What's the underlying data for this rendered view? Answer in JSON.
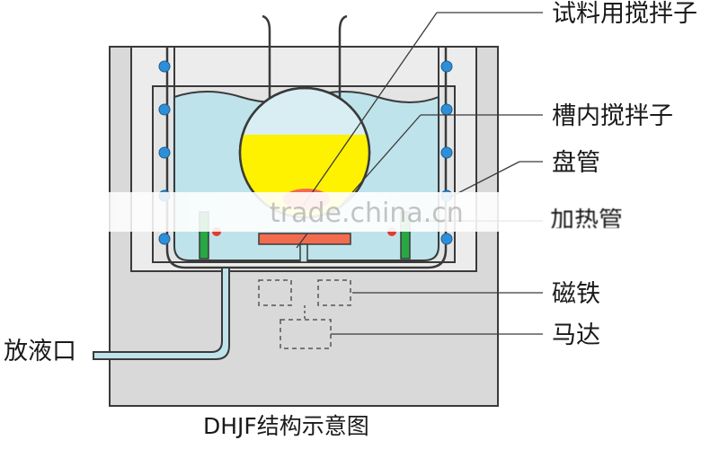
{
  "labels": {
    "sample_stirrer": "试料用搅拌子",
    "tank_stirrer": "槽内搅拌子",
    "coil": "盘管",
    "heater": "加热管",
    "magnet": "磁铁",
    "motor": "马达",
    "drain": "放液口"
  },
  "caption": "DHJF结构示意图",
  "watermark": "trade.china.cn",
  "colors": {
    "housing": "#d9d9d9",
    "outline": "#3a3a3a",
    "liquid": "#bfe3ea",
    "sample": "#fff200",
    "stirrer": "#f26b4f",
    "coil_ball": "#2e8fd9",
    "heater_green": "#28a745",
    "heater_red": "#e23b30",
    "platform": "#f26b4f"
  }
}
